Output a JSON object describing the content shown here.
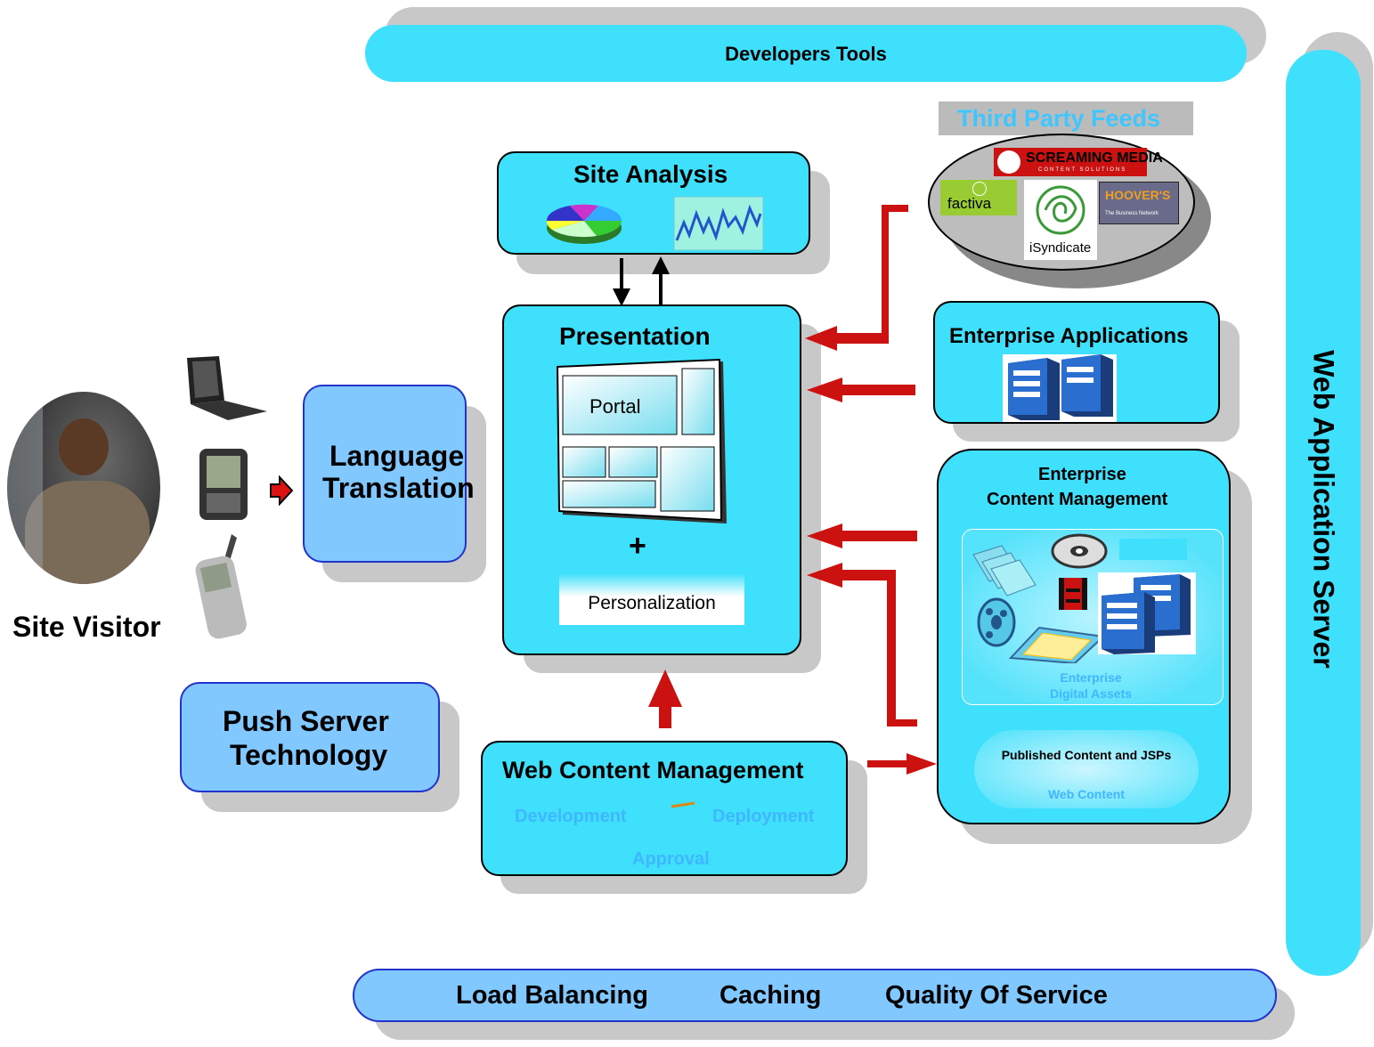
{
  "title_bars": {
    "developers_tools": "Developers Tools",
    "web_app_server": "Web Application Server",
    "bottom": {
      "load_balancing": "Load Balancing",
      "caching": "Caching",
      "qos": "Quality Of Service"
    }
  },
  "site_visitor": {
    "label": "Site Visitor"
  },
  "language_translation": {
    "line1": "Language",
    "line2": "Translation"
  },
  "push_server": {
    "line1": "Push Server",
    "line2": "Technology"
  },
  "site_analysis": {
    "title": "Site Analysis"
  },
  "presentation": {
    "title": "Presentation",
    "portal": "Portal",
    "plus": "+",
    "personalization": "Personalization"
  },
  "third_party": {
    "title": "Third Party Feeds",
    "logos": {
      "screaming_media": "SCREAMING MEDIA",
      "screaming_media_sub": "CONTENT SOLUTIONS",
      "factiva": "factiva",
      "isyndicate": "iSyndicate",
      "hoovers": "HOOVER'S",
      "hoovers_sub": "The Business Network"
    }
  },
  "enterprise_apps": {
    "title": "Enterprise Applications"
  },
  "ecm": {
    "line1": "Enterprise",
    "line2": "Content Management",
    "digital_assets_1": "Enterprise",
    "digital_assets_2": "Digital Assets",
    "published": "Published Content and JSPs",
    "web_content": "Web Content"
  },
  "wcm": {
    "title": "Web Content Management",
    "development": "Development",
    "deployment": "Deployment",
    "approval": "Approval"
  },
  "colors": {
    "cyan": "#3fe0fb",
    "light_blue": "#80c8ff",
    "arrow_red": "#cc1111",
    "sub_text": "#3fb6ff"
  }
}
